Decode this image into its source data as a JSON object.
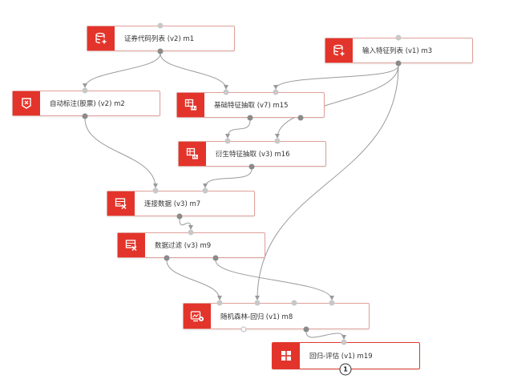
{
  "colors": {
    "accent": "#e3342b",
    "node_border": "#e0a09a",
    "edge": "#9a9a9a"
  },
  "nodes": [
    {
      "id": "m1",
      "label": "证券代码列表 (v2) m1",
      "icon": "database-add-icon"
    },
    {
      "id": "m3",
      "label": "输入特征列表 (v1) m3",
      "icon": "database-add-icon"
    },
    {
      "id": "m2",
      "label": "自动标注(股票) (v2) m2",
      "icon": "auto-label-icon"
    },
    {
      "id": "m15",
      "label": "基础特征抽取 (v7) m15",
      "icon": "feature-extract-icon"
    },
    {
      "id": "m16",
      "label": "衍生特征抽取 (v3) m16",
      "icon": "feature-extract-icon"
    },
    {
      "id": "m7",
      "label": "连接数据 (v3) m7",
      "icon": "table-transform-icon"
    },
    {
      "id": "m9",
      "label": "数据过滤 (v3) m9",
      "icon": "table-transform-icon"
    },
    {
      "id": "m8",
      "label": "随机森林-回归 (v1) m8",
      "icon": "model-train-icon"
    },
    {
      "id": "m19",
      "label": "回归-评估 (v1) m19",
      "icon": "evaluate-grid-icon"
    }
  ],
  "edges": [
    {
      "from": "m1",
      "to": "m2"
    },
    {
      "from": "m1",
      "to": "m15"
    },
    {
      "from": "m3",
      "to": "m15"
    },
    {
      "from": "m3",
      "to": "m16"
    },
    {
      "from": "m3",
      "to": "m8"
    },
    {
      "from": "m15",
      "to": "m16"
    },
    {
      "from": "m2",
      "to": "m7"
    },
    {
      "from": "m16",
      "to": "m7"
    },
    {
      "from": "m7",
      "to": "m9"
    },
    {
      "from": "m9",
      "to": "m8"
    },
    {
      "from": "m9",
      "to": "m8"
    },
    {
      "from": "m8",
      "to": "m19"
    }
  ],
  "badge": {
    "node": "m19",
    "text": "1"
  }
}
